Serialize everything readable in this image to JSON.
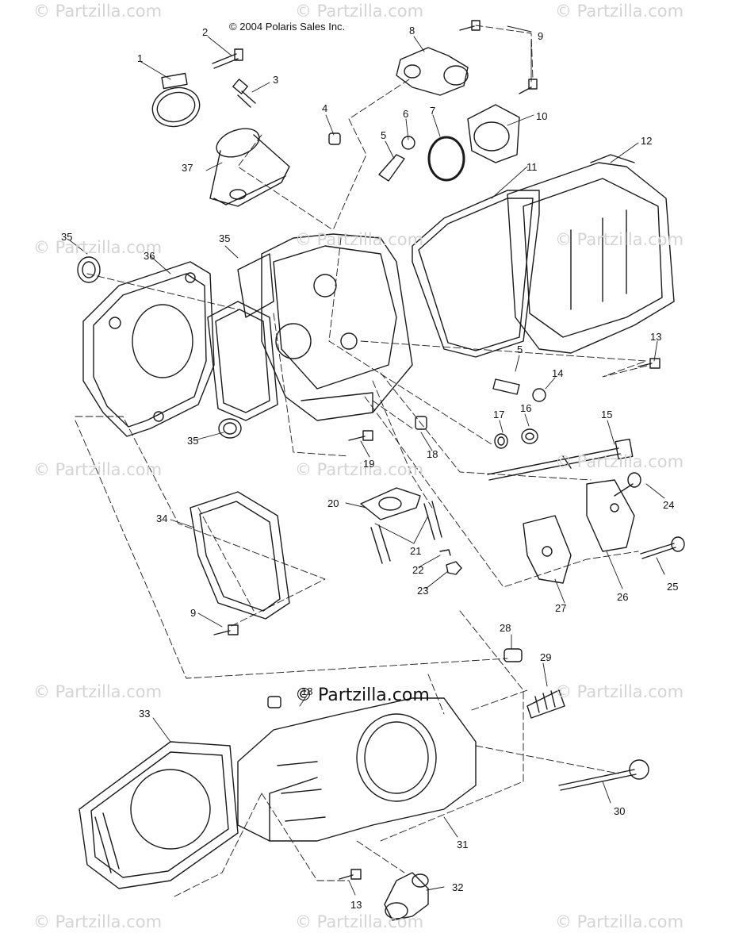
{
  "copyright": "© 2004 Polaris Sales Inc.",
  "watermark": "© Partzilla.com",
  "center_watermark": "© Partzilla.com",
  "callouts": {
    "c1": "1",
    "c2": "2",
    "c3": "3",
    "c4": "4",
    "c5a": "5",
    "c5b": "5",
    "c6": "6",
    "c7": "7",
    "c8": "8",
    "c9a": "9",
    "c9b": "9",
    "c10": "10",
    "c11": "11",
    "c12": "12",
    "c13a": "13",
    "c13b": "13",
    "c14": "14",
    "c15": "15",
    "c16": "16",
    "c17": "17",
    "c18a": "18",
    "c18b": "18",
    "c19": "19",
    "c20": "20",
    "c21": "21",
    "c22": "22",
    "c23": "23",
    "c24": "24",
    "c25": "25",
    "c26": "26",
    "c27": "27",
    "c28": "28",
    "c29": "29",
    "c30": "30",
    "c31": "31",
    "c32": "32",
    "c33": "33",
    "c34": "34",
    "c35a": "35",
    "c35b": "35",
    "c35c": "35",
    "c36": "36",
    "c37": "37"
  },
  "colors": {
    "line": "#1a1a1a",
    "watermark": "#d4d4d4"
  }
}
